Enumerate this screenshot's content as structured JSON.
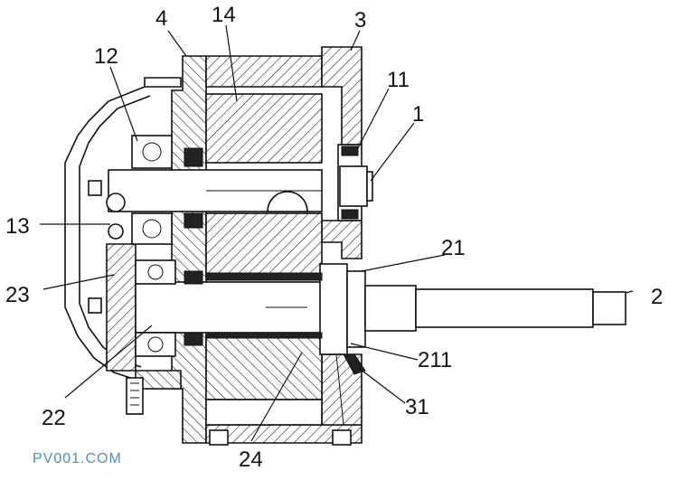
{
  "labels": {
    "l1": "1",
    "l2": "2",
    "l3": "3",
    "l4": "4",
    "l11": "11",
    "l12": "12",
    "l13": "13",
    "l14": "14",
    "l21": "21",
    "l22": "22",
    "l23": "23",
    "l24": "24",
    "l31": "31",
    "l211": "211"
  },
  "watermark": "PV001.COM"
}
